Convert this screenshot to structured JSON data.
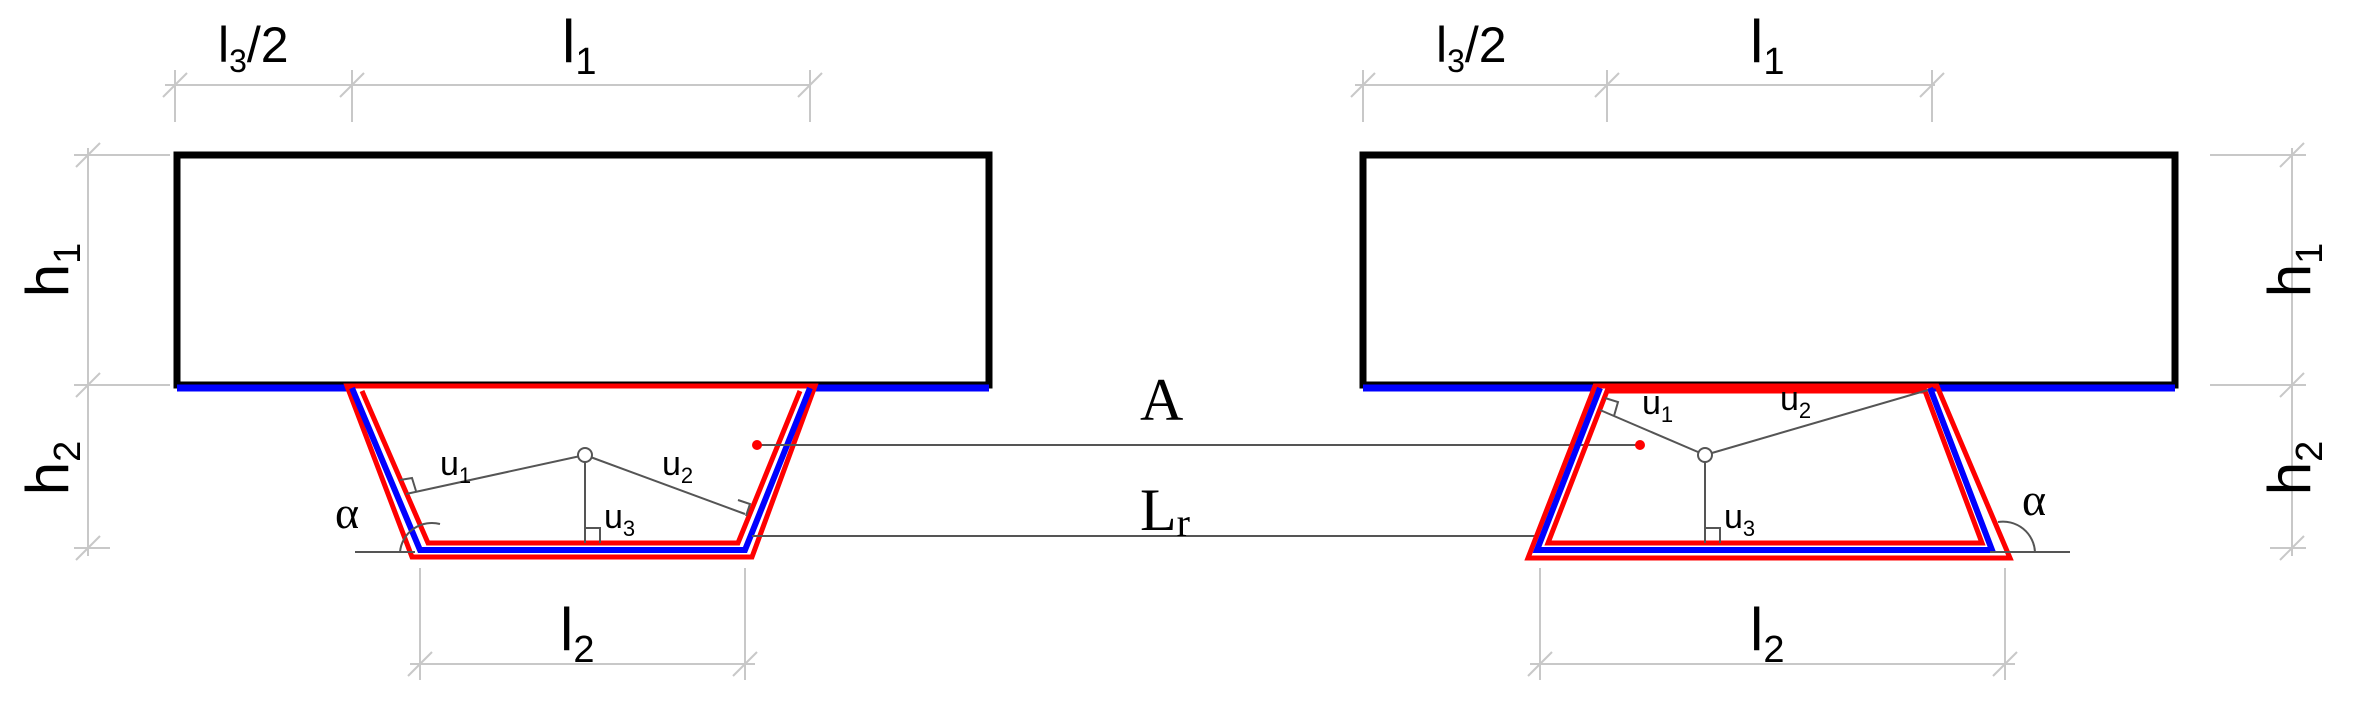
{
  "colors": {
    "outline": "#000000",
    "blue": "#0000ff",
    "red": "#ff0000",
    "dimension": "#c8c8c8",
    "line": "#555555"
  },
  "left": {
    "l3_half": {
      "main": "l",
      "sub": "3",
      "tail": "/2"
    },
    "l1": {
      "main": "l",
      "sub": "1"
    },
    "h1": {
      "main": "h",
      "sub": "1"
    },
    "h2": {
      "main": "h",
      "sub": "2"
    },
    "l2": {
      "main": "l",
      "sub": "2"
    },
    "alpha": "α",
    "u1": {
      "main": "u",
      "sub": "1"
    },
    "u2": {
      "main": "u",
      "sub": "2"
    },
    "u3": {
      "main": "u",
      "sub": "3"
    }
  },
  "right": {
    "l3_half": {
      "main": "l",
      "sub": "3",
      "tail": "/2"
    },
    "l1": {
      "main": "l",
      "sub": "1"
    },
    "h1": {
      "main": "h",
      "sub": "1"
    },
    "h2": {
      "main": "h",
      "sub": "2"
    },
    "l2": {
      "main": "l",
      "sub": "2"
    },
    "alpha": "α",
    "u1": {
      "main": "u",
      "sub": "1"
    },
    "u2": {
      "main": "u",
      "sub": "2"
    },
    "u3": {
      "main": "u",
      "sub": "3"
    }
  },
  "center": {
    "A": "A",
    "Lr": {
      "main": "L",
      "sub": "r"
    }
  }
}
